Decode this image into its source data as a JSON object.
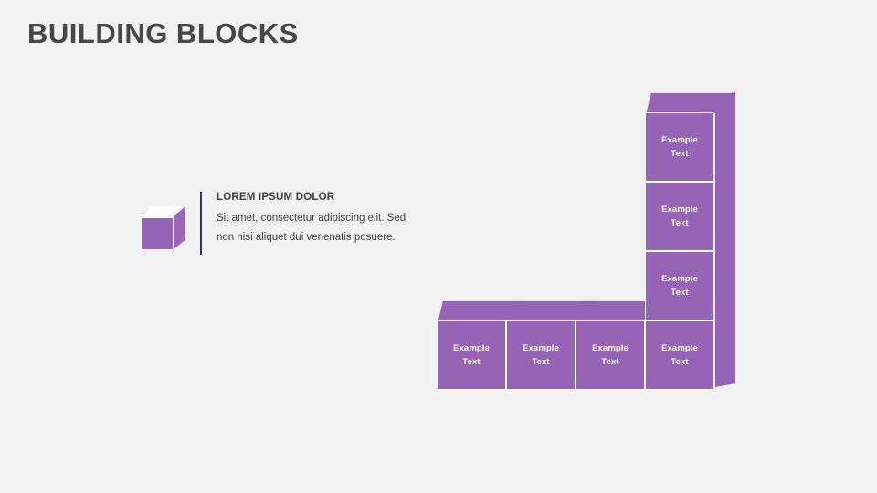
{
  "slide": {
    "title": "BUILDING BLOCKS",
    "background_color": "#f2f2f2",
    "accent_color": "#9664b4",
    "title_color": "#474747",
    "rule_color": "#2e3a4d",
    "block_label_color": "#ffffff"
  },
  "legend": {
    "icon": "cube-icon",
    "heading": "LOREM IPSUM DOLOR",
    "body_lines": [
      "Sit amet, consectetur adipiscing elit. Sed",
      "non nisi aliquet dui venenatis posuere."
    ]
  },
  "diagram": {
    "type": "building-blocks-stack",
    "layout": "L-shape: bottom row of 4 blocks, right column stacked 4 high",
    "bottom_row": [
      {
        "line1": "Example",
        "line2": "Text"
      },
      {
        "line1": "Example",
        "line2": "Text"
      },
      {
        "line1": "Example",
        "line2": "Text"
      },
      {
        "line1": "Example",
        "line2": "Text"
      }
    ],
    "right_column": [
      {
        "line1": "Example",
        "line2": "Text"
      },
      {
        "line1": "Example",
        "line2": "Text"
      },
      {
        "line1": "Example",
        "line2": "Text"
      }
    ]
  }
}
